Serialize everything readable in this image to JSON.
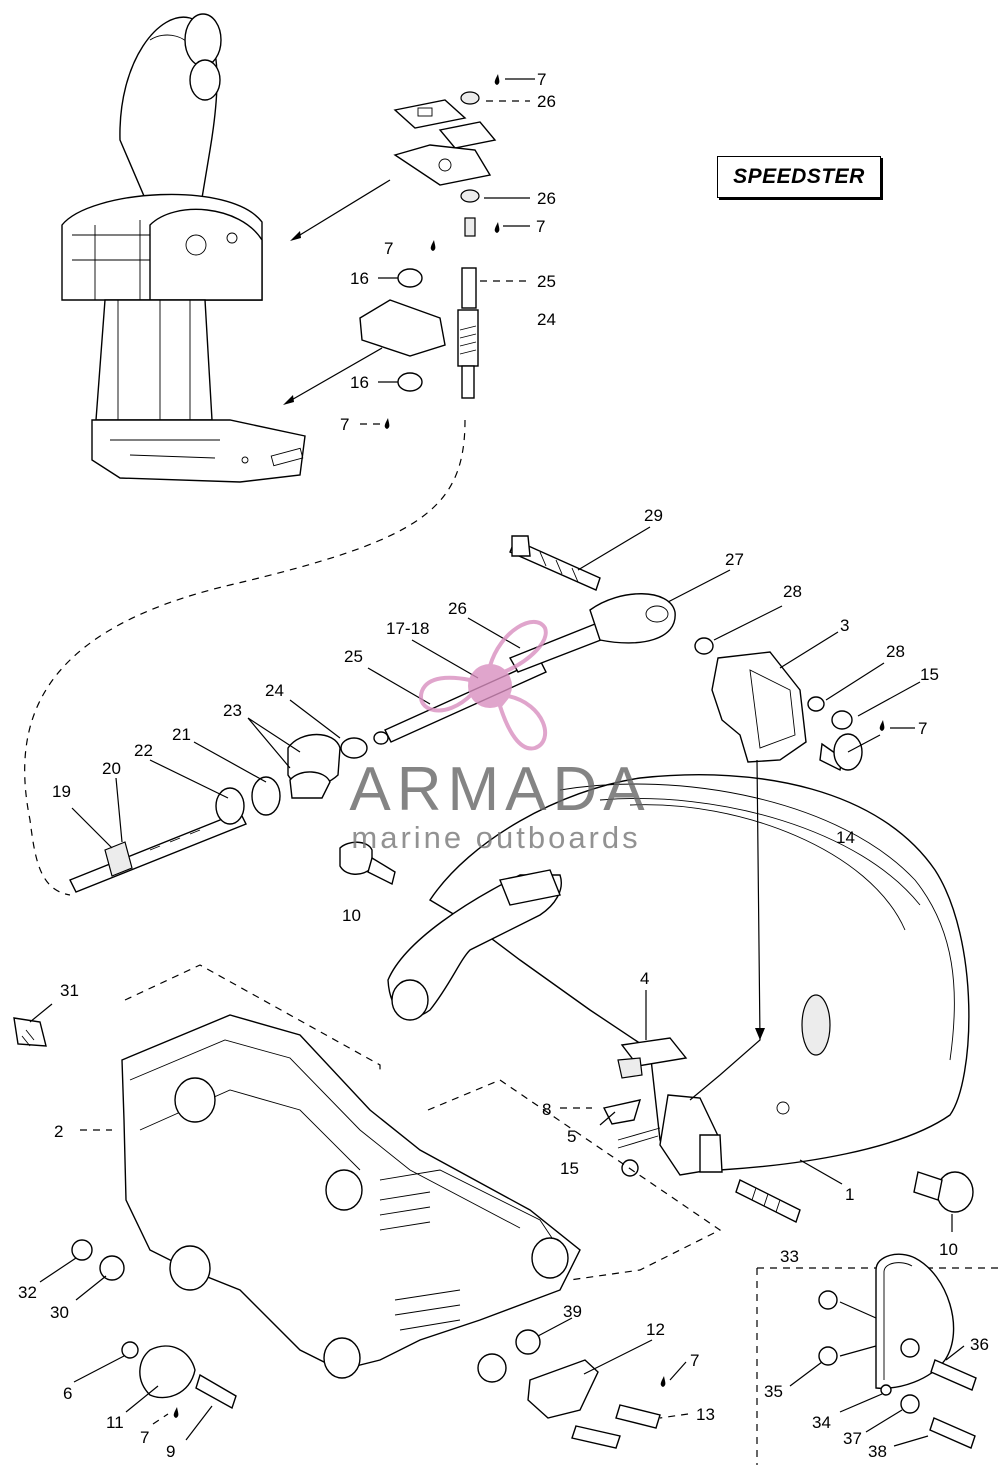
{
  "model_label": "SPEEDSTER",
  "watermark": {
    "title": "ARMADA",
    "subtitle": "marine outboards",
    "accent": "#d98fc0"
  },
  "callouts": [
    "7",
    "26",
    "26",
    "7",
    "7",
    "16",
    "25",
    "24",
    "16",
    "7",
    "29",
    "27",
    "28",
    "26",
    "17-18",
    "3",
    "28",
    "15",
    "25",
    "24",
    "23",
    "7",
    "21",
    "22",
    "20",
    "19",
    "14",
    "10",
    "31",
    "4",
    "2",
    "8",
    "5",
    "15",
    "1",
    "10",
    "33",
    "32",
    "30",
    "39",
    "12",
    "7",
    "36",
    "6",
    "35",
    "11",
    "13",
    "34",
    "7",
    "37",
    "9",
    "38"
  ]
}
